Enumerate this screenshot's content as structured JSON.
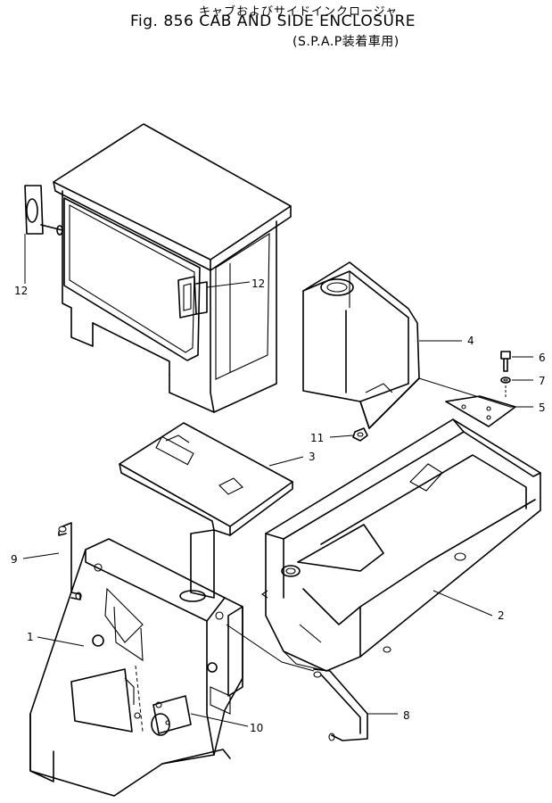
{
  "title": {
    "japanese": "キャブおよびサイドインクロージャ",
    "english": "Fig. 856 CAB AND SIDE ENCLOSURE",
    "note": "(S.P.A.P装着車用)"
  },
  "callouts": {
    "c1": "1",
    "c2": "2",
    "c3": "3",
    "c4": "4",
    "c5": "5",
    "c6": "6",
    "c7": "7",
    "c8": "8",
    "c9": "9",
    "c10": "10",
    "c11": "11",
    "c12a": "12",
    "c12b": "12"
  },
  "parts": [
    "cab",
    "side-enclosure",
    "floor-plate",
    "tank-box",
    "bracket",
    "bolt",
    "washer",
    "handrail",
    "handrail-left",
    "side-panel",
    "nut",
    "mirror"
  ]
}
